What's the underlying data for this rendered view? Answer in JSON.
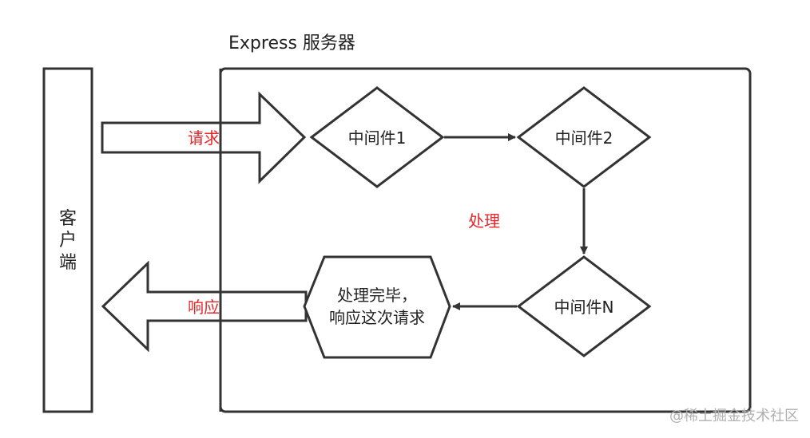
{
  "title": "Express 服务器",
  "client_label": [
    "客",
    "户",
    "端"
  ],
  "request_label": "请求",
  "response_label": "响应",
  "processing_label": "处理",
  "nodes": {
    "m1": "中间件1",
    "m2": "中间件2",
    "mn": "中间件N",
    "done_line1": "处理完毕，",
    "done_line2": "响应这次请求"
  },
  "watermark": "@稀土掘金技术社区",
  "colors": {
    "stroke": "#333333",
    "accent": "#e8262b",
    "text": "#222222",
    "watermark": "#b0b0b0"
  }
}
